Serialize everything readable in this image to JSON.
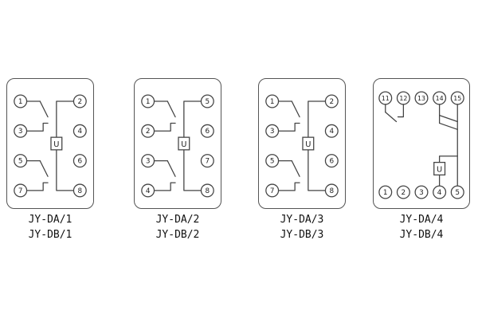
{
  "page": {
    "background": "#ffffff",
    "line_color": "#444444"
  },
  "diagrams": [
    {
      "labels": [
        "JY-DA/1",
        "JY-DB/1"
      ],
      "coil_label": "U",
      "left_terminals": [
        "1",
        "3",
        "5",
        "7"
      ],
      "right_terminals": [
        "2",
        "4",
        "6",
        "8"
      ]
    },
    {
      "labels": [
        "JY-DA/2",
        "JY-DB/2"
      ],
      "coil_label": "U",
      "left_terminals": [
        "1",
        "2",
        "3",
        "4"
      ],
      "right_terminals": [
        "5",
        "6",
        "7",
        "8"
      ]
    },
    {
      "labels": [
        "JY-DA/3",
        "JY-DB/3"
      ],
      "coil_label": "U",
      "left_terminals": [
        "1",
        "3",
        "5",
        "7"
      ],
      "right_terminals": [
        "2",
        "4",
        "6",
        "8"
      ]
    },
    {
      "labels": [
        "JY-DA/4",
        "JY-DB/4"
      ],
      "coil_label": "U",
      "top_terminals": [
        "11",
        "12",
        "13",
        "14",
        "15"
      ],
      "bottom_terminals": [
        "1",
        "2",
        "3",
        "4",
        "5"
      ]
    }
  ]
}
